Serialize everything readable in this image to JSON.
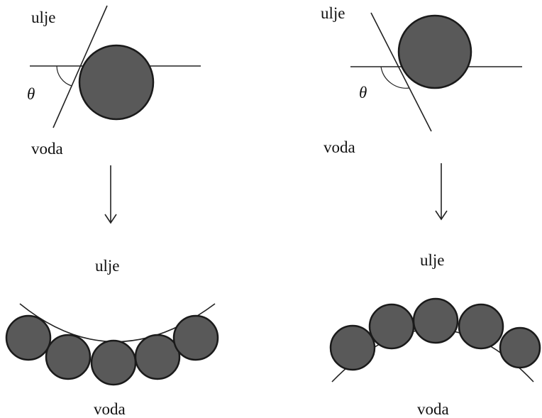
{
  "colors": {
    "particle_fill": "#595959",
    "particle_stroke": "#1a1a1a",
    "line": "#222222",
    "text": "#111111"
  },
  "top_left": {
    "oil_label": "ulje",
    "water_label": "voda",
    "angle_label": "θ"
  },
  "top_right": {
    "oil_label": "ulje",
    "water_label": "voda",
    "angle_label": "θ"
  },
  "bottom_left": {
    "oil_label": "ulje",
    "water_label": "voda",
    "particle_count": 5
  },
  "bottom_right": {
    "oil_label": "ulje",
    "water_label": "voda",
    "particle_count": 5
  }
}
